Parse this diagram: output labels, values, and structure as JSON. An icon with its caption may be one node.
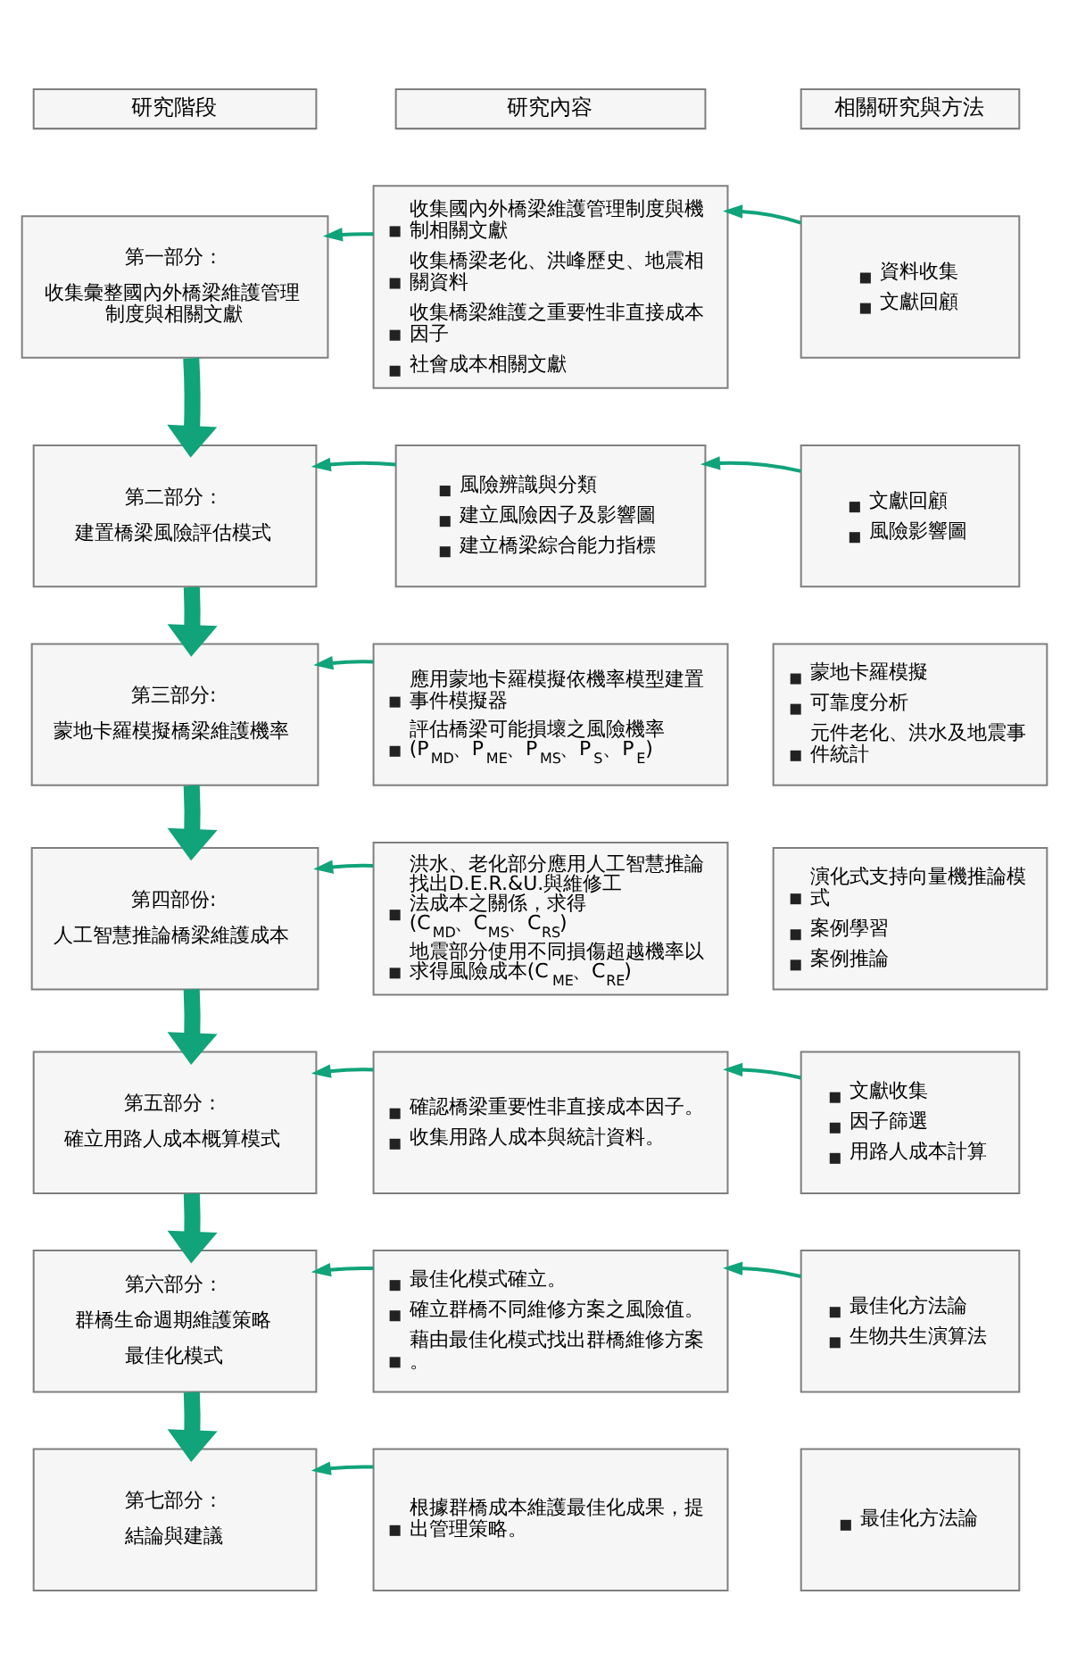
{
  "diagram": {
    "nodes": [
      {
        "text": [
          "研究階段"
        ]
      },
      {
        "text": [
          "研究內容"
        ]
      },
      {
        "text": [
          "相關研究與方法"
        ]
      },
      {
        "text": [
          "第一部分：",
          "收集彙整國內外橋梁維護管理制度與相關文獻"
        ]
      },
      {
        "text": [
          "收集國內外橋梁維護管理制度與機制相關文獻",
          "收集橋梁老化、洪峰歷史、地震相關資料",
          "收集橋梁維護之重要性非直接成本因子",
          "社會成本相關文獻"
        ]
      },
      {
        "text": [
          "資料收集",
          "文獻回顧"
        ]
      },
      {
        "text": [
          "第二部分：",
          "建置橋梁風險評估模式"
        ]
      },
      {
        "text": [
          "風險辨識與分類",
          "建立風險因子及影響圖",
          "建立橋梁綜合能力指標"
        ]
      },
      {
        "text": [
          "文獻回顧",
          "風險影響圖"
        ]
      },
      {
        "text": [
          "第三部分:",
          "蒙地卡羅模擬橋梁維護機率"
        ]
      },
      {
        "text": [
          "應用蒙地卡羅模擬依機率模型建置事件模擬器",
          "評估橋梁可能損壞之風險機率(P$_{MD}$、P$_{ME}$、P$_{MS}$、P$_{S}$、P$_{E}$)"
        ]
      },
      {
        "text": [
          "蒙地卡羅模擬",
          "可靠度分析",
          "元件老化、洪水及地震事件統計"
        ]
      },
      {
        "text": [
          "第四部份:",
          "人工智慧推論橋梁維護成本"
        ]
      },
      {
        "text": [
          "洪水、老化部分應用人工智慧推論找出D.E.R.&U.與維修工法成本之關係，求得(C$_{MD}$、C$_{MS}$、C$_{RS}$)",
          "地震部分使用不同損傷超越機率以求得風險成本(C$_{ME}$、C$_{RE}$)"
        ]
      },
      {
        "text": [
          "演化式支持向量機推論模式",
          "案例學習",
          "案例推論"
        ]
      },
      {
        "text": [
          "第五部分：",
          "確立用路人成本概算模式"
        ]
      },
      {
        "text": [
          "確認橋梁重要性非直接成本因子。",
          "收集用路人成本與統計資料。"
        ]
      },
      {
        "text": [
          "文獻收集",
          "因子篩選",
          "用路人成本計算"
        ]
      },
      {
        "text": [
          "第六部分：",
          "群橋生命週期維護策略",
          "最佳化模式"
        ]
      },
      {
        "text": [
          "最佳化模式確立。",
          "確立群橋不同維修方案之風險值。",
          "藉由最佳化模式找出群橋維修方案。"
        ]
      },
      {
        "text": [
          "最佳化方法論",
          "生物共生演算法"
        ]
      },
      {
        "text": [
          "第七部分：",
          "結論與建議"
        ]
      },
      {
        "text": [
          "根據群橋成本維護最佳化成果，提出管理策略。"
        ]
      },
      {
        "text": [
          "最佳化方法論"
        ]
      }
    ],
    "edges": [
      {
        "from": 4,
        "to": 3,
        "arrow": "to"
      },
      {
        "from": 5,
        "to": 4,
        "arrow": "to"
      },
      {
        "from": 3,
        "to": 6,
        "arrow": "to",
        "style": "thick"
      },
      {
        "from": 7,
        "to": 6,
        "arrow": "to"
      },
      {
        "from": 8,
        "to": 7,
        "arrow": "to"
      },
      {
        "from": 6,
        "to": 9,
        "arrow": "to",
        "style": "thick"
      },
      {
        "from": 10,
        "to": 9,
        "arrow": "to"
      },
      {
        "from": 9,
        "to": 12,
        "arrow": "to",
        "style": "thick"
      },
      {
        "from": 13,
        "to": 12,
        "arrow": "to"
      },
      {
        "from": 12,
        "to": 15,
        "arrow": "to",
        "style": "thick"
      },
      {
        "from": 16,
        "to": 15,
        "arrow": "to"
      },
      {
        "from": 17,
        "to": 16,
        "arrow": "to"
      },
      {
        "from": 15,
        "to": 18,
        "arrow": "to",
        "style": "thick"
      },
      {
        "from": 19,
        "to": 18,
        "arrow": "to"
      },
      {
        "from": 20,
        "to": 19,
        "arrow": "to"
      },
      {
        "from": 18,
        "to": 21,
        "arrow": "to",
        "style": "thick"
      },
      {
        "from": 22,
        "to": 21,
        "arrow": "to"
      }
    ]
  }
}
